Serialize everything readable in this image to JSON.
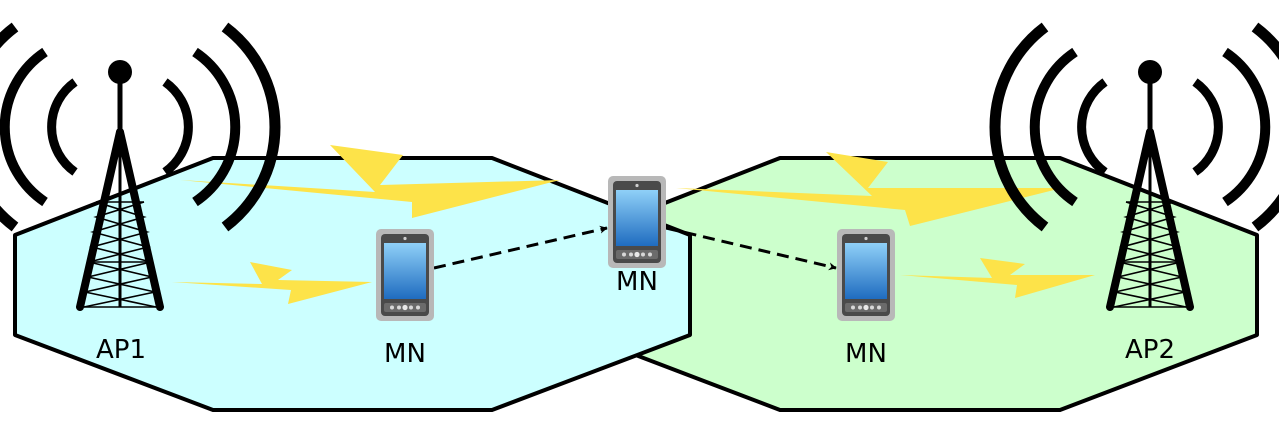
{
  "colors": {
    "cell_left_fill": "#ccffff",
    "cell_right_fill": "#ccffcc",
    "outline": "#000000",
    "lightning": "#fde349",
    "phone_frame": "#b3b3b3",
    "phone_body": "#5a5a5a",
    "phone_screen": "#2f86d6",
    "arrow": "#000000"
  },
  "access_points": [
    {
      "label": "AP1",
      "icon": "radio-tower-icon"
    },
    {
      "label": "AP2",
      "icon": "radio-tower-icon"
    }
  ],
  "mobile_nodes": [
    {
      "label": "MN",
      "icon": "smartphone-icon"
    },
    {
      "label": "MN",
      "icon": "smartphone-icon"
    },
    {
      "label": "MN",
      "icon": "smartphone-icon"
    }
  ],
  "cells": [
    {
      "name": "coverage-area-ap1"
    },
    {
      "name": "coverage-area-ap2"
    }
  ],
  "movement": {
    "style": "dashed",
    "arrows": 2
  }
}
